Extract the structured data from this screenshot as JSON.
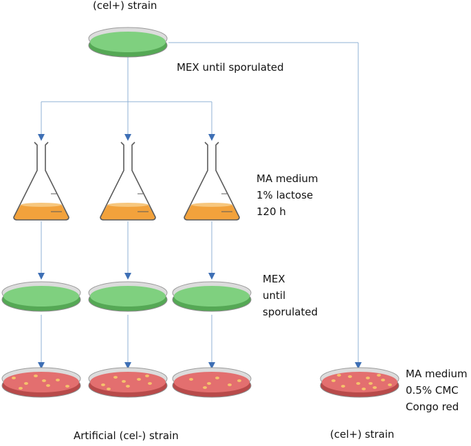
{
  "labels": {
    "top_strain": "(cel+) strain",
    "mex_sporulated": "MEX until sporulated",
    "ma_lines": [
      "MA medium",
      "1% lactose",
      "120 h"
    ],
    "mex_lines": [
      "MEX",
      "until",
      "sporulated"
    ],
    "cmc_lines": [
      "MA medium",
      "0.5% CMC",
      "Congo red"
    ],
    "artificial": "Artificial  (cel-) strain",
    "bottom_strain": "(cel+) strain"
  },
  "colors": {
    "line": "#8FB2D6",
    "arrow": "#3E6FB5",
    "plate_green": "#7FD07F",
    "plate_green_dark": "#55A855",
    "plate_red": "#E36F6F",
    "plate_red_dark": "#B84A4A",
    "colony": "#F5C16C",
    "flask_liquid": "#F2A23C",
    "flask_liquid_top": "#F7C77E",
    "flask_stroke": "#5A5A5A",
    "rim": "#DCDCDC"
  }
}
